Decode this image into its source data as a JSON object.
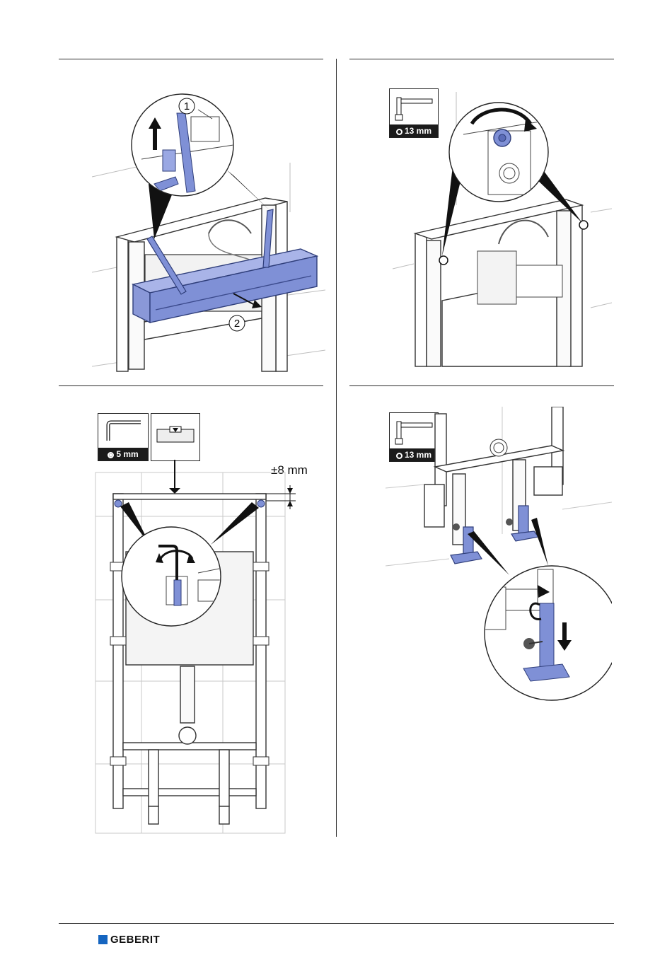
{
  "panels": {
    "step1": {
      "callouts": [
        "1",
        "2"
      ]
    },
    "step2": {
      "tool_label": "13 mm",
      "tool_icon": "socket-wrench-icon"
    },
    "step3": {
      "tool_label": "5 mm",
      "tool_icon": "hex-key-icon",
      "level_icon": "spirit-level-icon",
      "dimension": "±8 mm"
    },
    "step4": {
      "tool_label": "13 mm",
      "tool_icon": "socket-wrench-icon"
    }
  },
  "footer": {
    "brand": "GEBERIT"
  },
  "colors": {
    "accent_blue": "#7f90d6",
    "line": "#2b2b2b",
    "brand": "#1565c0"
  }
}
